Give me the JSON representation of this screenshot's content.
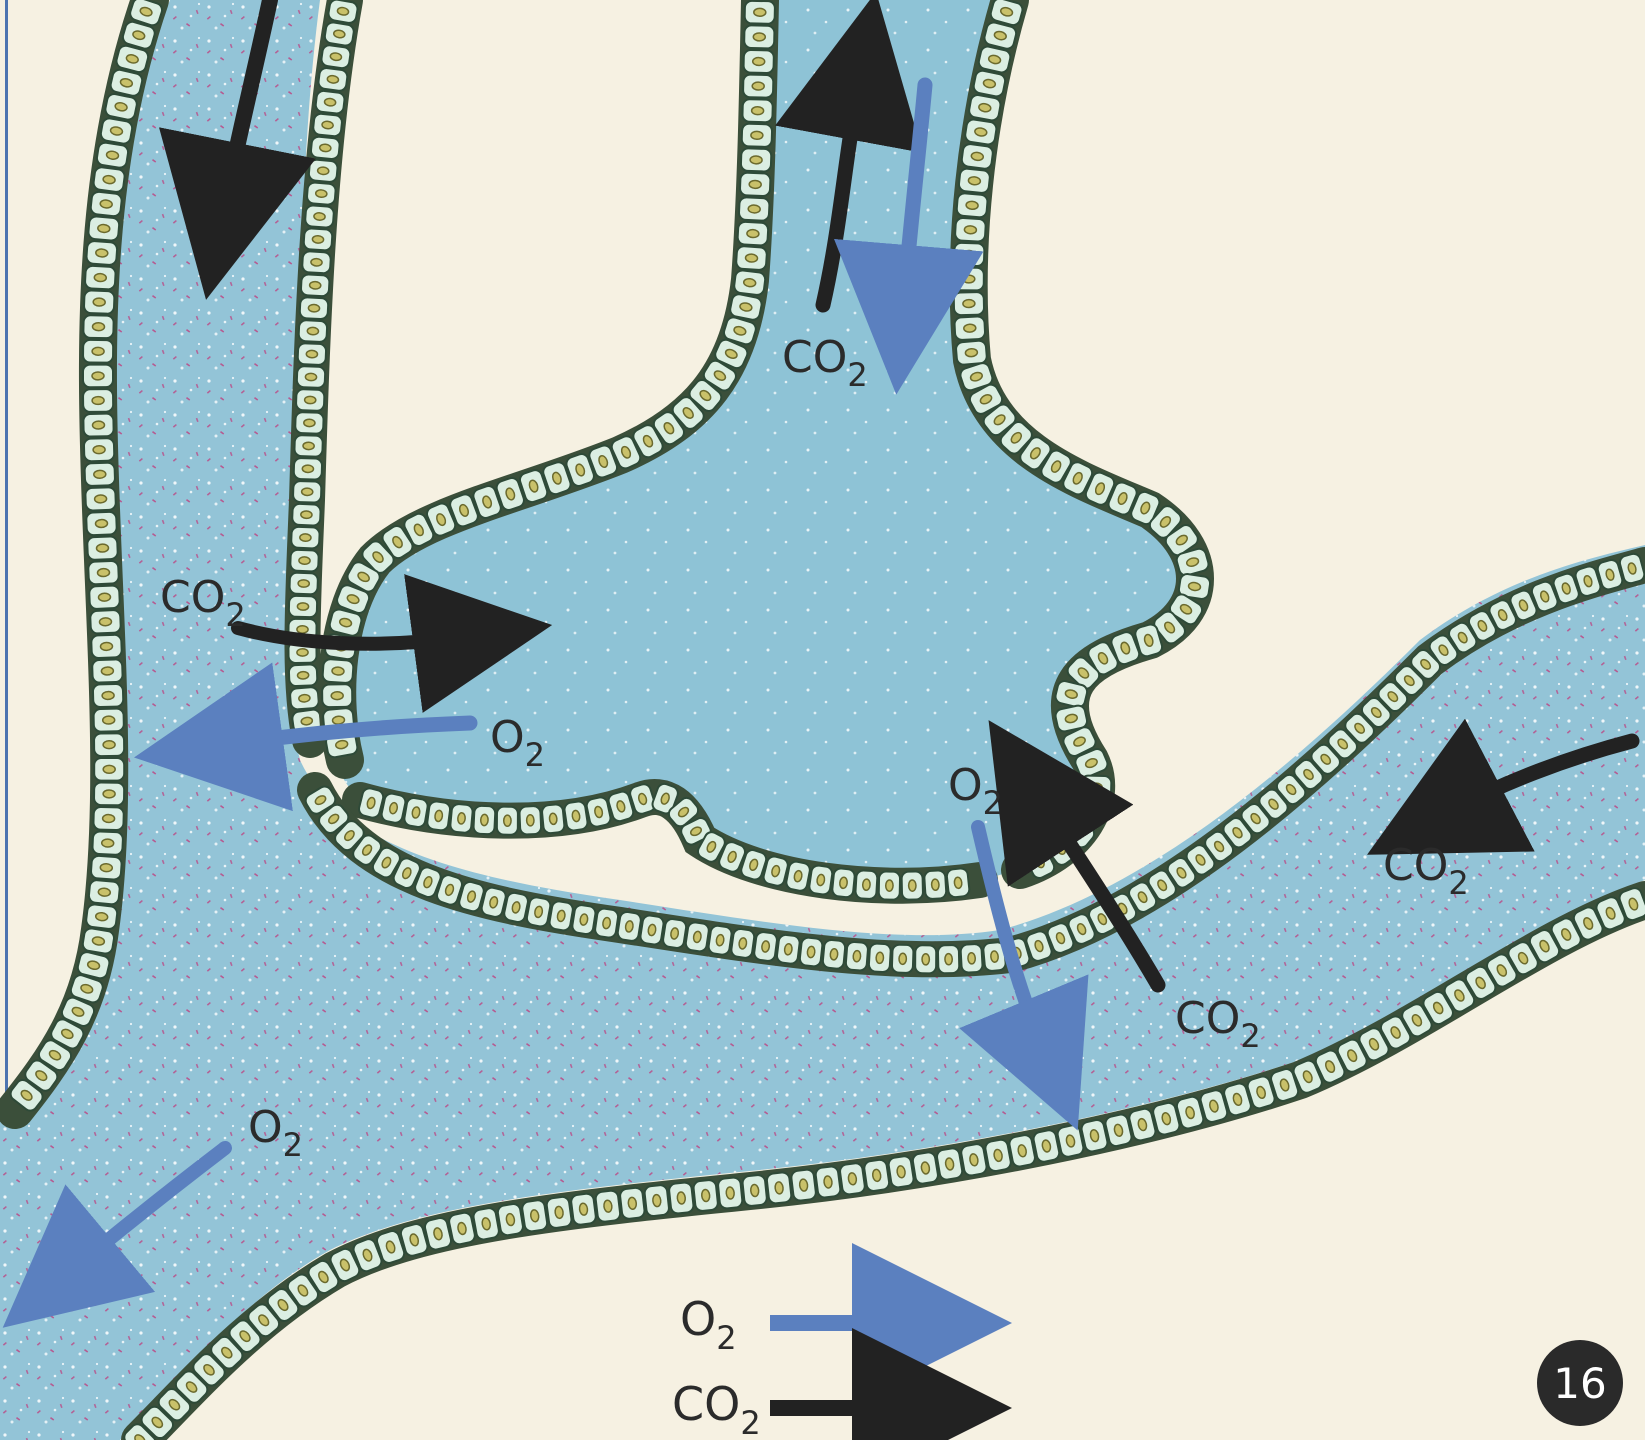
{
  "labels": {
    "co2": "CO",
    "o2": "O",
    "subscript": "2"
  },
  "legend": {
    "o2_prefix": "O",
    "co2_prefix": "CO",
    "subscript": "2"
  },
  "page_number": "16",
  "colors": {
    "background": "#f6f1e2",
    "fluid": "#8ec3d6",
    "blood": "#93c4d7",
    "cell_fill": "#dbeee2",
    "cell_stroke": "#2e4a38",
    "membrane": "#3b4f3a",
    "nucleus": "#c9c16a",
    "o2_arrow": "#5b80bf",
    "co2_arrow": "#222222",
    "blood_cell": "#b9508a",
    "badge": "#2a2a2a"
  },
  "icons": {
    "o2_arrow": "blue-arrow",
    "co2_arrow": "black-arrow"
  }
}
